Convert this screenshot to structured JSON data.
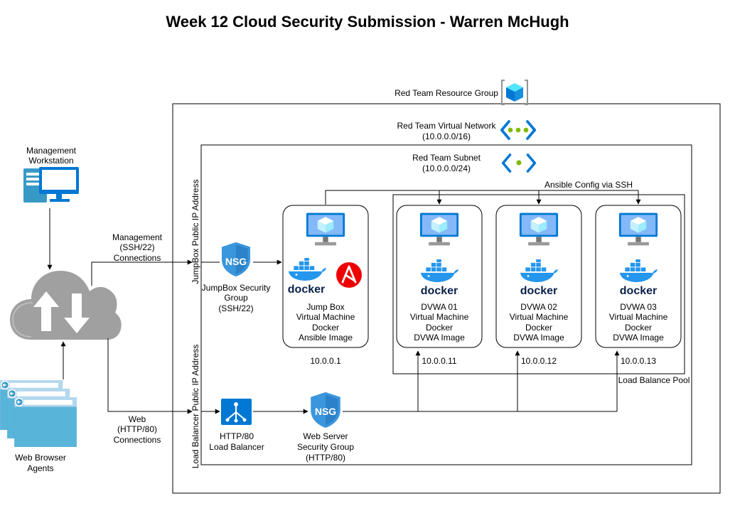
{
  "title": "Week 12 Cloud Security Submission - Warren McHugh",
  "resource_group": {
    "label": "Red Team Resource Group"
  },
  "vnet": {
    "line1": "Red Team Virtual Network",
    "line2": "(10.0.0.0/16)"
  },
  "subnet": {
    "line1": "Red Team Subnet",
    "line2": "(10.0.0.0/24)"
  },
  "ansible_config": "Ansible Config via SSH",
  "load_balance_pool": "Load Balance Pool",
  "management_workstation": {
    "line1": "Management",
    "line2": "Workstation"
  },
  "web_browser_agents": {
    "line1": "Web Browser",
    "line2": "Agents"
  },
  "management_conn": {
    "line1": "Management",
    "line2": "(SSH/22)",
    "line3": "Connections"
  },
  "web_conn": {
    "line1": "Web",
    "line2": "(HTTP/80)",
    "line3": "Connections"
  },
  "jumpbox_public_ip": "JumpBox Public IP Address",
  "lb_public_ip": "Load Balancer Public IP Address",
  "jumpbox_nsg": {
    "badge": "NSG",
    "line1": "JumpBox Security",
    "line2": "Group",
    "line3": "(SSH/22)"
  },
  "web_nsg": {
    "badge": "NSG",
    "line1": "Web Server",
    "line2": "Security Group",
    "line3": "(HTTP/80)"
  },
  "load_balancer": {
    "line1": "HTTP/80",
    "line2": "Load Balancer"
  },
  "docker_label": "docker",
  "vms": [
    {
      "line1": "Jump Box",
      "line2": "Virtual Machine",
      "line3": "Docker",
      "line4": "Ansible Image",
      "ip": "10.0.0.1"
    },
    {
      "line1": "DVWA 01",
      "line2": "Virtual Machine",
      "line3": "Docker",
      "line4": "DVWA Image",
      "ip": "10.0.0.11"
    },
    {
      "line1": "DVWA 02",
      "line2": "Virtual Machine",
      "line3": "Docker",
      "line4": "DVWA Image",
      "ip": "10.0.0.12"
    },
    {
      "line1": "DVWA 03",
      "line2": "Virtual Machine",
      "line3": "Docker",
      "line4": "DVWA Image",
      "ip": "10.0.0.13"
    }
  ],
  "colors": {
    "azure_blue": "#0078D4",
    "azure_light": "#50E6FF",
    "nsg_blue": "#3A96DD",
    "docker_blue": "#2496ED",
    "ansible_red": "#EE0000",
    "vnet_green": "#7FBA00",
    "cloud_gray": "#9E9E9E"
  }
}
